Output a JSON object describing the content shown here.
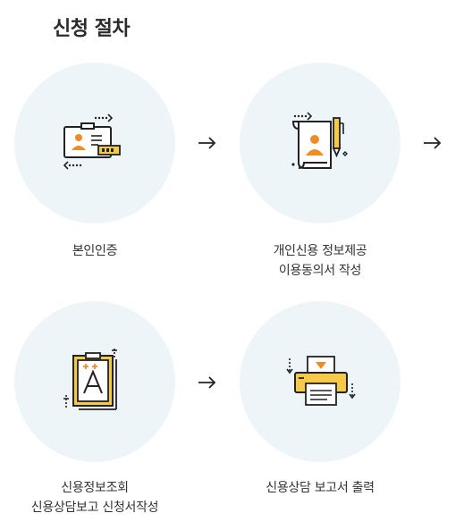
{
  "page": {
    "title": "신청 절차"
  },
  "steps": [
    {
      "icon": "id-card-icon",
      "line1": "본인인증",
      "line2": ""
    },
    {
      "icon": "consent-document-pen-icon",
      "line1": "개인신용 정보제공",
      "line2": "이용동의서 작성"
    },
    {
      "icon": "credit-grade-report-icon",
      "line1": "신용정보조회",
      "line2": "신용상담보고 신청서작성"
    },
    {
      "icon": "printer-icon",
      "line1": "신용상담 보고서 출력",
      "line2": ""
    }
  ],
  "arrows": [
    "arrow-right-icon",
    "arrow-right-icon",
    "arrow-right-icon"
  ],
  "colors": {
    "circle_bg": "#eef5f8",
    "accent_orange": "#f08a24",
    "accent_yellow": "#f7c948",
    "outline": "#222222",
    "text": "#333333"
  }
}
